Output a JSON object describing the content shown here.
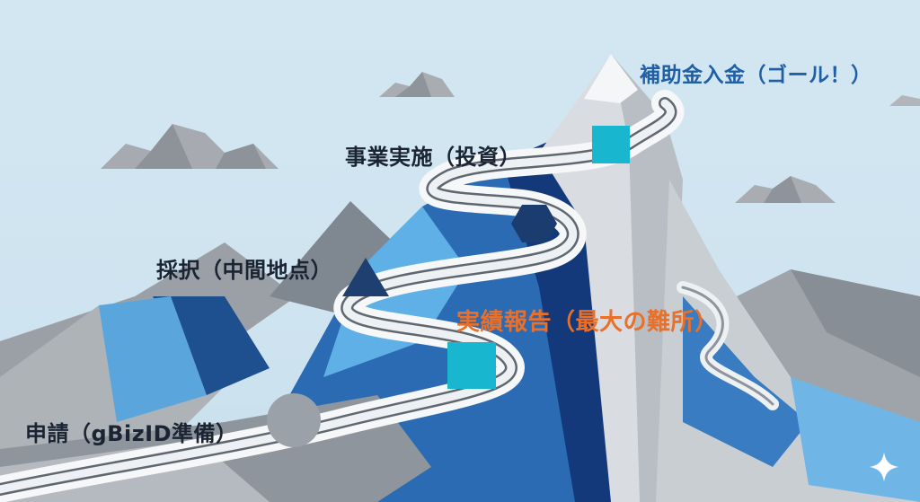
{
  "labels": {
    "goal": "補助金入金（ゴール！）",
    "investment": "事業実施（投資）",
    "midpoint": "採択（中間地点）",
    "report": "実績報告（最大の難所）",
    "application": "申請（gBizID準備）"
  },
  "colors": {
    "sky": "#d3e7f2",
    "goal_text": "#1f5fa8",
    "report_text": "#e8702a",
    "marker_square": "#19b6cf",
    "marker_hexagon": "#1a3c6e",
    "marker_triangle": "#1f3f70",
    "marker_circle": "#9aa1a8"
  },
  "markers": [
    {
      "shape": "square",
      "stage": "investment"
    },
    {
      "shape": "hexagon",
      "stage": "investment"
    },
    {
      "shape": "triangle",
      "stage": "midpoint"
    },
    {
      "shape": "square",
      "stage": "report"
    },
    {
      "shape": "circle",
      "stage": "application"
    }
  ],
  "icons": [
    "sparkle-icon"
  ]
}
